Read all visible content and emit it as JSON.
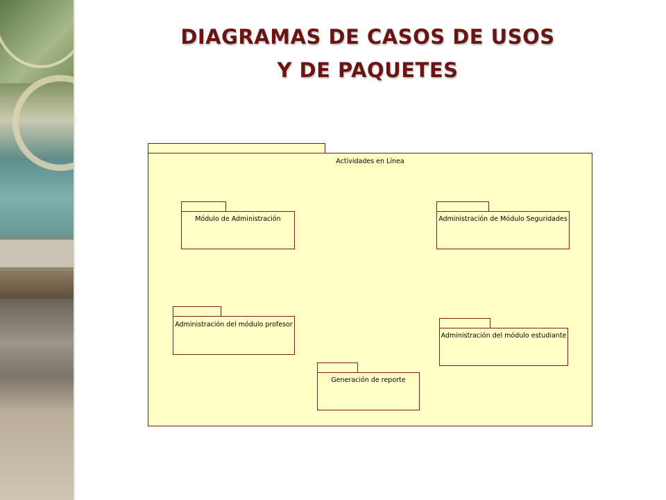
{
  "slide": {
    "title_line1": "DIAGRAMAS DE CASOS DE USOS",
    "title_line2": "Y DE PAQUETES",
    "title_color": "#6b1414"
  },
  "diagram": {
    "fill_color": "#ffffc6",
    "border_color": "#7a1c1c",
    "container": {
      "label": "Actividades en Línea"
    },
    "packages": [
      {
        "id": "administracion",
        "label": "Módulo de Administración"
      },
      {
        "id": "seguridades",
        "label": "Administración de Módulo Seguridades"
      },
      {
        "id": "profesor",
        "label": "Administración del módulo profesor"
      },
      {
        "id": "estudiante",
        "label": "Administración del módulo estudiante"
      },
      {
        "id": "reporte",
        "label": "Generación de reporte"
      }
    ]
  }
}
